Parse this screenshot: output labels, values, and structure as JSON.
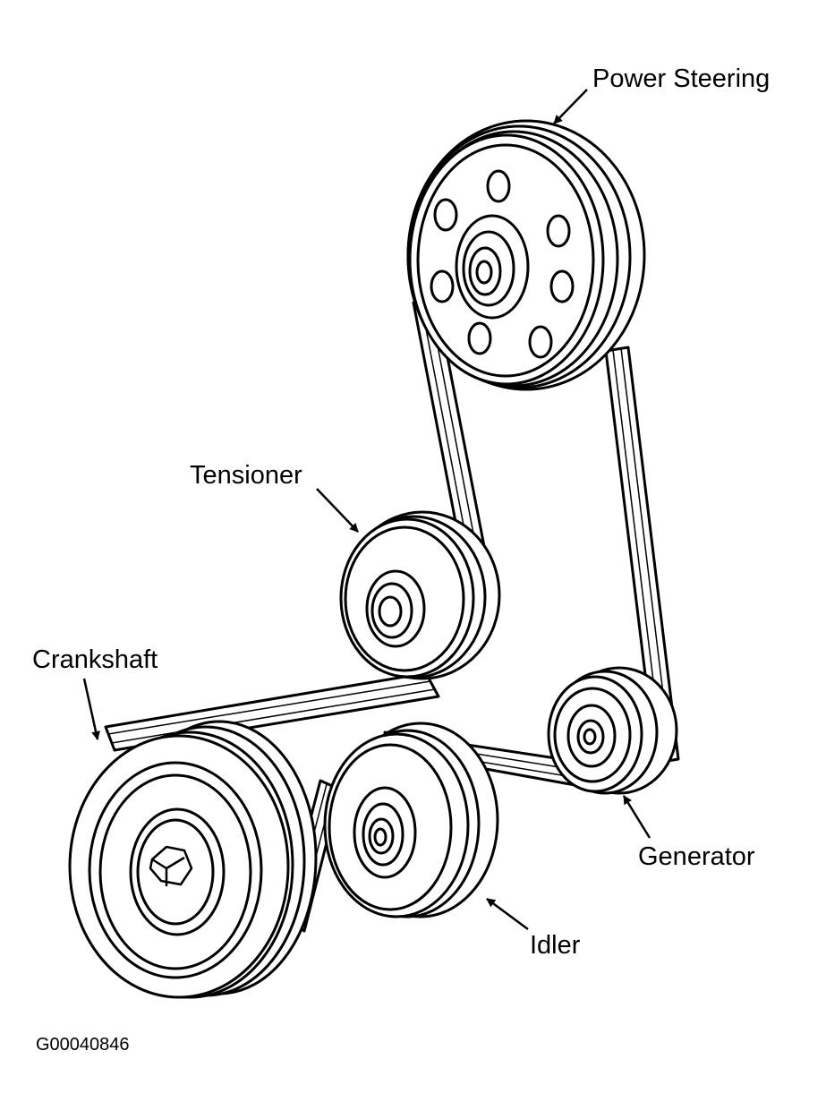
{
  "labels": {
    "power_steering": "Power Steering",
    "tensioner": "Tensioner",
    "crankshaft": "Crankshaft",
    "generator": "Generator",
    "idler": "Idler"
  },
  "figure_id": "G00040846",
  "colors": {
    "line": "#000000",
    "background": "#ffffff"
  }
}
